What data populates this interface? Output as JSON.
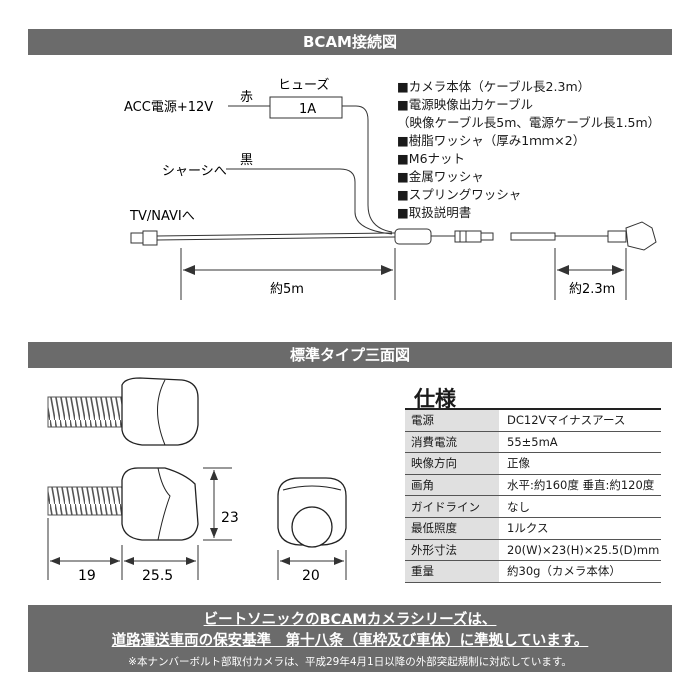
{
  "section1_title": "BCAM接続図",
  "section2_title": "標準タイプ三面図",
  "wiring": {
    "acc_label": "ACC電源+12V",
    "red_label": "赤",
    "fuse_label": "ヒューズ",
    "fuse_rating": "1A",
    "chassis_label": "シャーシへ",
    "black_label": "黒",
    "tv_label": "TV/NAVIへ",
    "length_main": "約5m",
    "length_camera": "約2.3m"
  },
  "parts_list": [
    "■カメラ本体（ケーブル長2.3m）",
    "■電源映像出力ケーブル",
    "（映像ケーブル長5m、電源ケーブル長1.5m）",
    "■樹脂ワッシャ（厚み1ｍｍ×2）",
    "■M6ナット",
    "■金属ワッシャ",
    "■スプリングワッシャ",
    "■取扱説明書"
  ],
  "dimensions": {
    "length_a": "19",
    "length_b": "25.5",
    "height": "23",
    "width": "20"
  },
  "spec": {
    "title": "仕様",
    "rows": [
      {
        "key": "電源",
        "value": "DC12Vマイナスアース"
      },
      {
        "key": "消費電流",
        "value": "55±5mA"
      },
      {
        "key": "映像方向",
        "value": "正像"
      },
      {
        "key": "画角",
        "value": "水平:約160度 垂直:約120度"
      },
      {
        "key": "ガイドライン",
        "value": "なし"
      },
      {
        "key": "最低照度",
        "value": "1ルクス"
      },
      {
        "key": "外形寸法",
        "value": "20(W)×23(H)×25.5(D)mm"
      },
      {
        "key": "重量",
        "value": "約30g（カメラ本体）"
      }
    ]
  },
  "footer": {
    "line1": "ビートソニックのBCAMカメラシリーズは、",
    "line2": "道路運送車両の保安基準　第十八条（車枠及び車体）に準拠しています。",
    "line3": "※本ナンバーボルト部取付カメラは、平成29年4月1日以降の外部突起規制に対応しています。"
  },
  "colors": {
    "bar": "#6b6b6b",
    "spec_key_bg": "#e0e0e0"
  }
}
